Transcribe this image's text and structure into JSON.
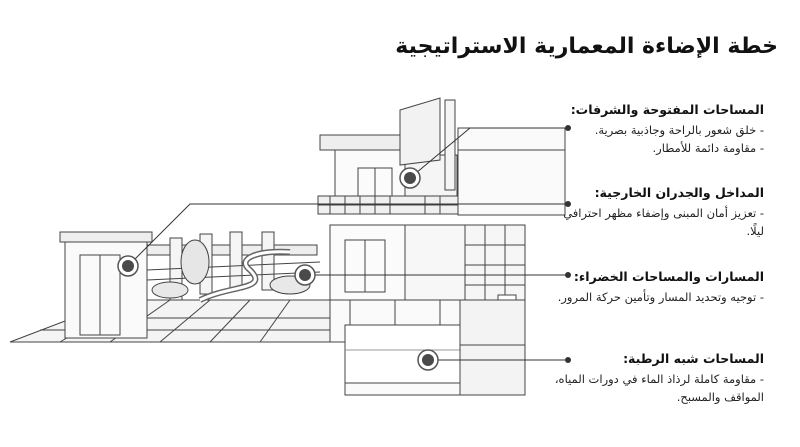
{
  "title": "خطة الإضاءة المعمارية الاستراتيجية",
  "sections": [
    {
      "heading": "المساحات المفتوحة والشرفات:",
      "items": [
        "- خلق شعور بالراحة وجاذبية بصرية.",
        "- مقاومة دائمة للأمطار."
      ]
    },
    {
      "heading": "المداخل والجدران الخارجية:",
      "items": [
        "- تعزيز أمان المبنى وإضفاء مظهر احترافي ليلًا."
      ]
    },
    {
      "heading": "المسارات والمساحات الخضراء:",
      "items": [
        "- توجيه وتحديد المسار وتأمين حركة المرور."
      ]
    },
    {
      "heading": "المساحات شبه الرطبة:",
      "items": [
        "- مقاومة كاملة لرذاذ الماء في دورات المياه، المواقف والمسبح."
      ]
    }
  ],
  "colors": {
    "line": "#333333",
    "fixture": "#4a4a4a",
    "ground": "#f2f2f2"
  }
}
